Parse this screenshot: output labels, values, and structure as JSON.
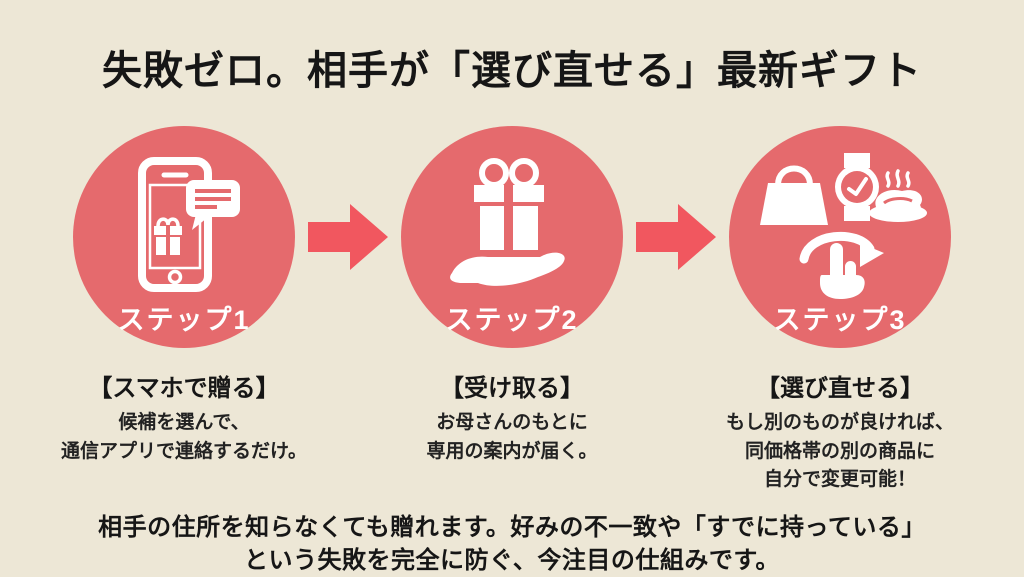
{
  "title": "失敗ゼロ。相手が「選び直せる」最新ギフト",
  "colors": {
    "background": "#EDE7D6",
    "circle": "#E56A6D",
    "arrow": "#F1575F",
    "icon": "#FFFFFF",
    "text": "#1C1C1C"
  },
  "steps": [
    {
      "label": "ステップ1",
      "icon": "smartphone-gift-message-icon",
      "heading": "【スマホで贈る】",
      "lines": [
        "候補を選んで、",
        "通信アプリで連絡するだけ。"
      ]
    },
    {
      "label": "ステップ2",
      "icon": "hand-holding-gift-icon",
      "heading": "【受け取る】",
      "lines": [
        "お母さんのもとに",
        "専用の案内が届く。"
      ]
    },
    {
      "label": "ステップ3",
      "icon": "reselect-products-icon",
      "heading": "【選び直せる】",
      "lines": [
        "もし別のものが良ければ、",
        "同価格帯の別の商品に",
        "自分で変更可能！"
      ]
    }
  ],
  "footer": {
    "lines": [
      "相手の住所を知らなくても贈れます。好みの不一致や「すでに持っている」",
      "という失敗を完全に防ぐ、今注目の仕組みです。"
    ]
  }
}
